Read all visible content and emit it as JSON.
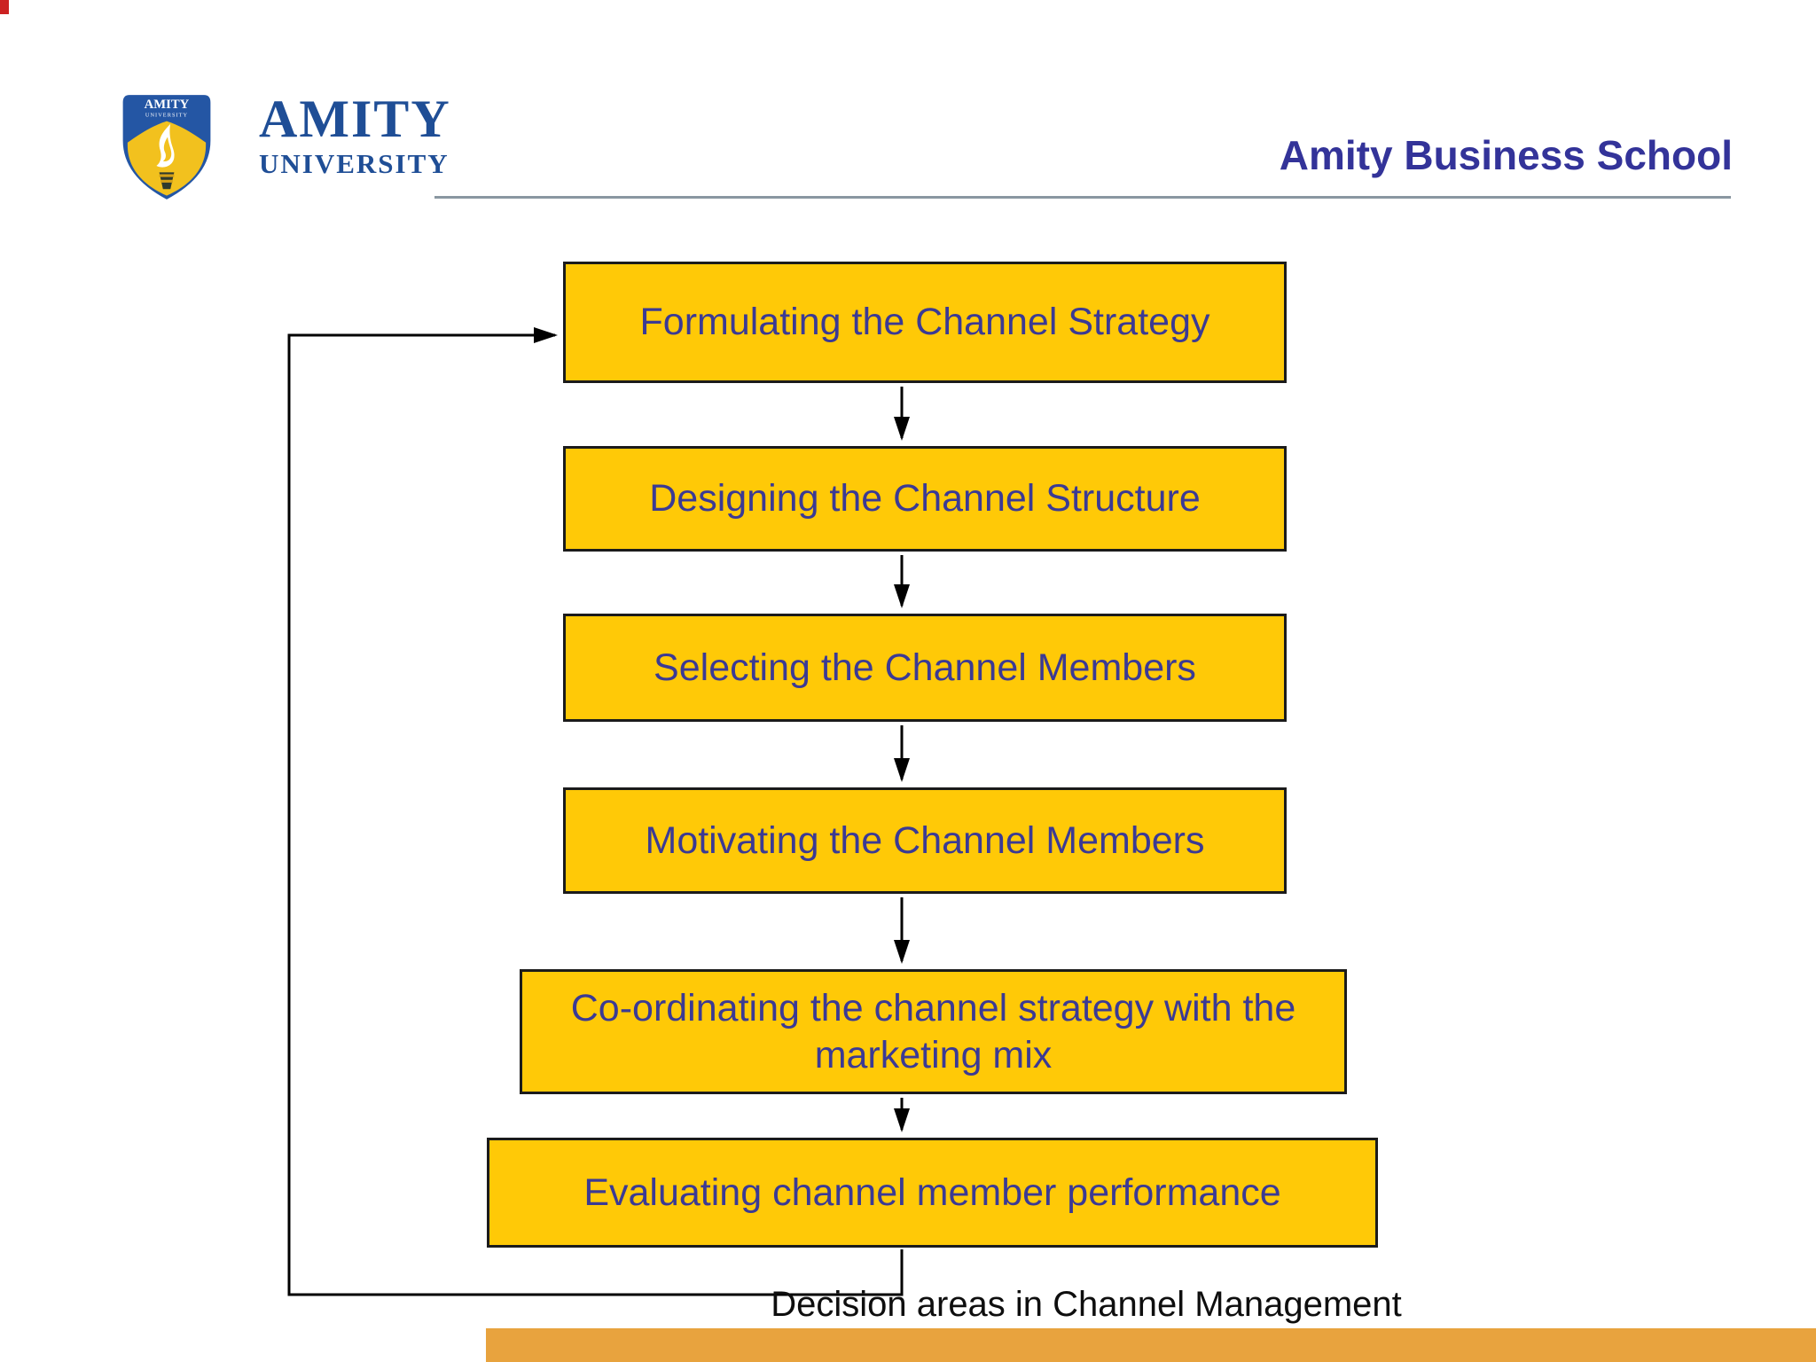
{
  "slide": {
    "title": "Amity Business School",
    "caption": "Decision areas in Channel Management"
  },
  "logo": {
    "shield_text_top": "AMITY",
    "shield_text_sub": "UNIVERSITY",
    "wordmark_line1": "AMITY",
    "wordmark_line2": "UNIVERSITY"
  },
  "flowchart": {
    "type": "vertical-flow-with-feedback-loop",
    "boxes": [
      {
        "label": "Formulating the Channel Strategy"
      },
      {
        "label": "Designing the Channel Structure"
      },
      {
        "label": "Selecting the Channel Members"
      },
      {
        "label": "Motivating the Channel Members"
      },
      {
        "label": "Co-ordinating the channel strategy with the marketing mix"
      },
      {
        "label": "Evaluating channel member performance"
      }
    ],
    "feedback_loop": "from last box back to first box"
  },
  "colors": {
    "box_fill": "#ffc907",
    "box_border": "#1b1b1b",
    "box_text": "#3b3a94",
    "title_text": "#333399",
    "header_rule": "#8a97a1",
    "bottom_bar": "#e8a33e",
    "logo_shield_blue": "#2456a4",
    "logo_shield_yellow": "#f2c11e",
    "logo_wordmark_blue": "#1f4e96",
    "arrow": "#000000"
  }
}
